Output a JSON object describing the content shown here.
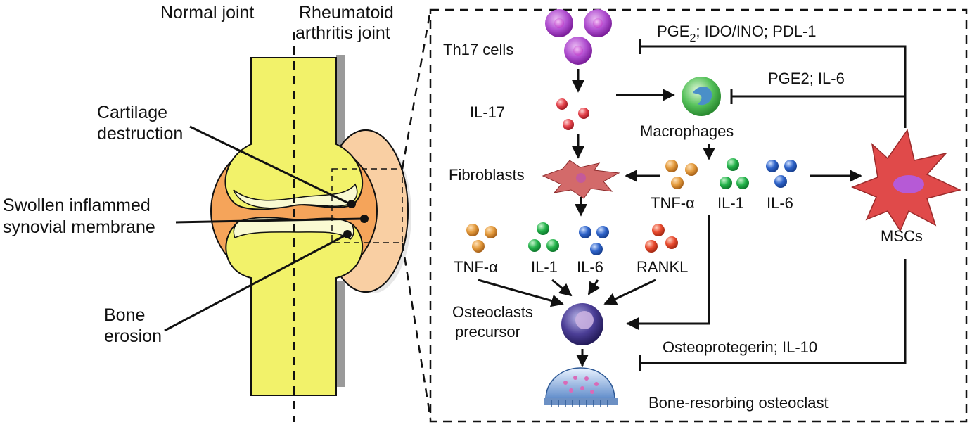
{
  "left_panel": {
    "header_normal": "Normal joint",
    "header_ra_line1": "Rheumatoid",
    "header_ra_line2": "arthritis joint",
    "callouts": {
      "cartilage_line1": "Cartilage",
      "cartilage_line2": "destruction",
      "swollen_line1": "Swollen inflammed",
      "swollen_line2": "synovial membrane",
      "bone_line1": "Bone",
      "bone_line2": "erosion"
    }
  },
  "right_panel": {
    "th17": "Th17 cells",
    "il17": "IL-17",
    "macrophages": "Macrophages",
    "fibroblasts": "Fibroblasts",
    "msc": "MSCs",
    "tnf_right": "TNF-α",
    "il1_right": "IL-1",
    "il6_right": "IL-6",
    "tnf_left": "TNF-α",
    "il1_left": "IL-1",
    "il6_left": "IL-6",
    "rankl": "RANKL",
    "oc_precursor_line1": "Osteoclasts",
    "oc_precursor_line2": "precursor",
    "bone_resorbing": "Bone-resorbing osteoclast",
    "inhibit_top_prefix": "PGE",
    "inhibit_top_sub": "2",
    "inhibit_top_rest": "; IDO/INO; PDL-1",
    "inhibit_mid": "PGE2; IL-6",
    "inhibit_bottom": "Osteoprotegerin; IL-10"
  },
  "colors": {
    "bone_yellow": "#f2f26a",
    "cartilage_cream": "#fafad2",
    "synovium_orange": "#f5a45a",
    "swelling_peach": "#f9cfa3",
    "th17_purple": "#a13bc4",
    "il17_red": "#e4424b",
    "orange_cytokine": "#e39a3c",
    "green_cytokine": "#24b34b",
    "blue_cytokine": "#2e63c9",
    "rankl_red": "#e84a2e",
    "macrophage_green": "#55c15a",
    "msc_red": "#e04a4a",
    "osteoclast_blue": "#5d8ac9"
  }
}
